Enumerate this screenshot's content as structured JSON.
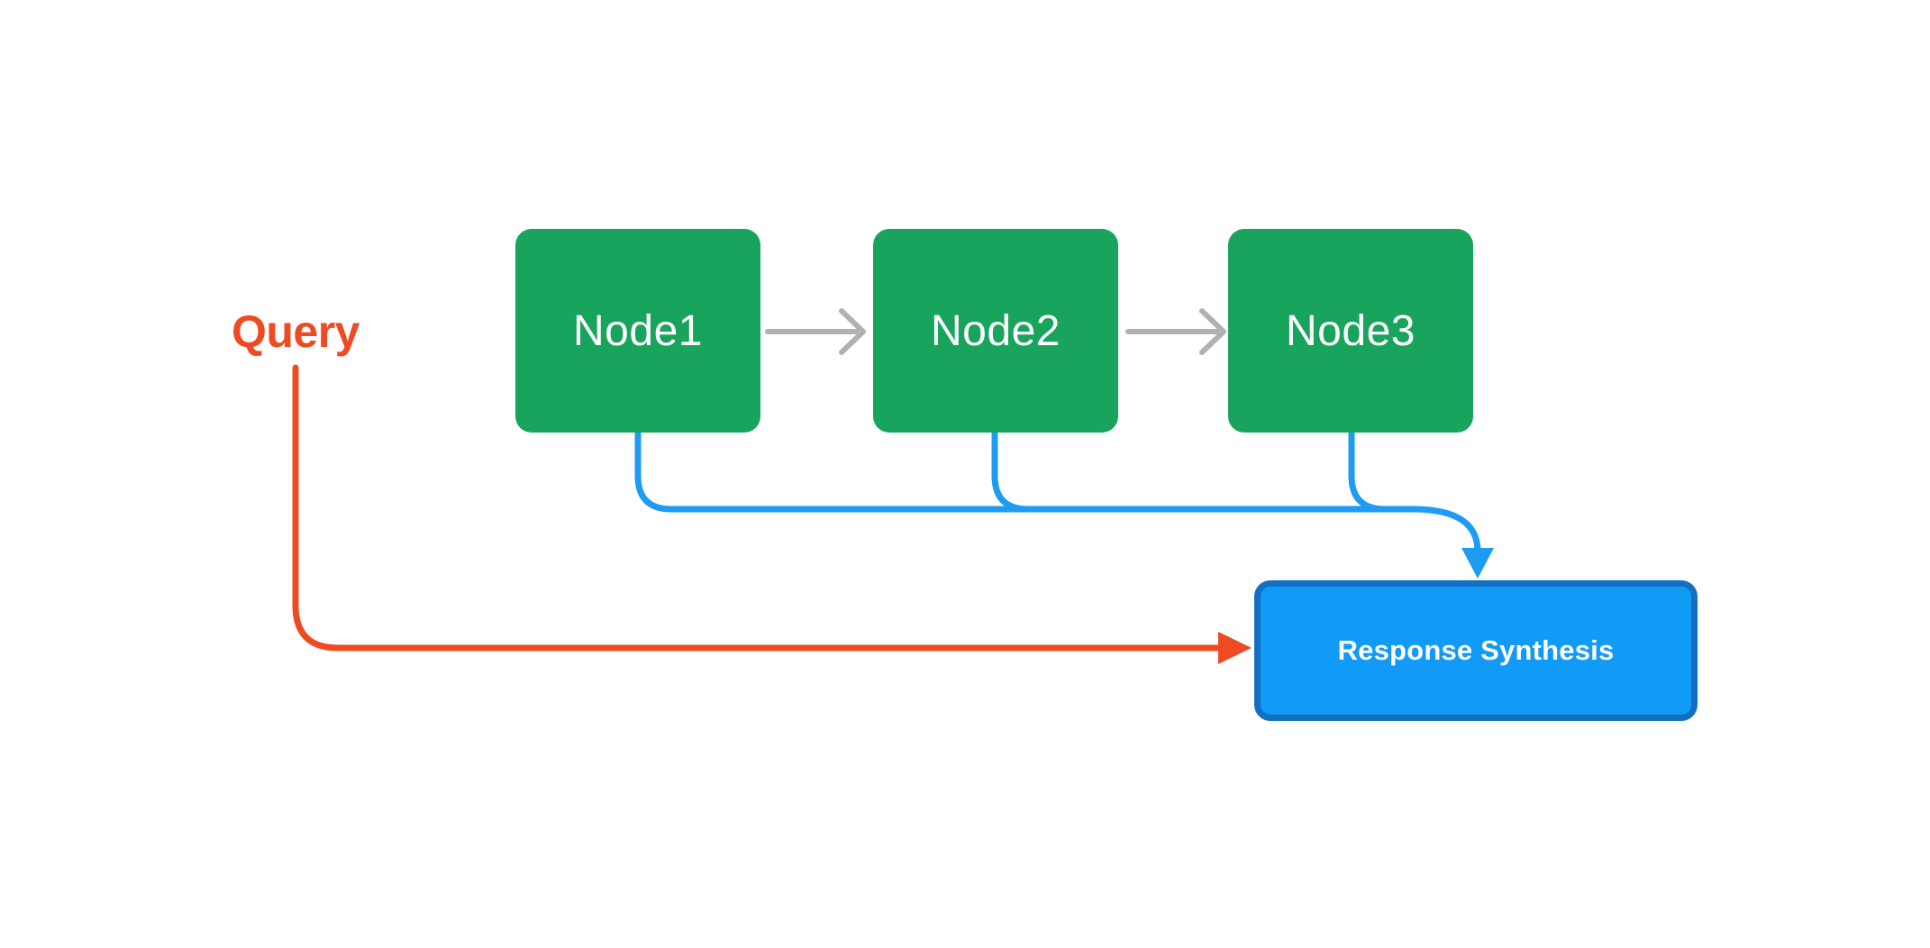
{
  "query": {
    "label": "Query"
  },
  "nodes": [
    {
      "label": "Node1"
    },
    {
      "label": "Node2"
    },
    {
      "label": "Node3"
    }
  ],
  "synthesis": {
    "label": "Response Synthesis"
  },
  "colors": {
    "background": "#ffffff",
    "node_green": "#18a45c",
    "node_text": "#ffffff",
    "arrow_gray": "#b1b1b1",
    "connector_blue": "#1e9bf2",
    "query_red": "#ee4a23",
    "synthesis_fill": "#119af6",
    "synthesis_border": "#1170c2",
    "synthesis_text": "#ffffff"
  }
}
